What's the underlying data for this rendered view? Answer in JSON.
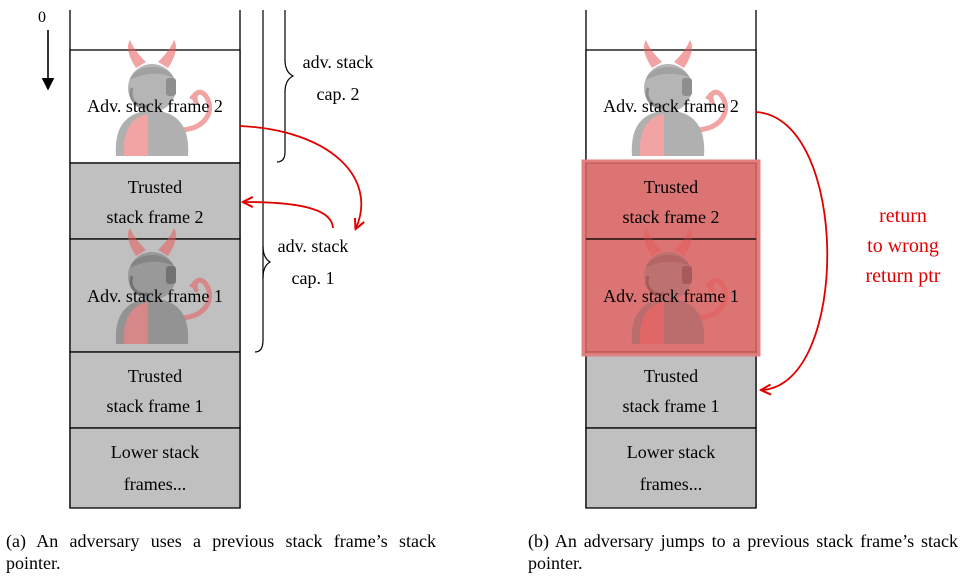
{
  "left": {
    "axis_label": "0",
    "frames": [
      {
        "lines": [
          "Adv. stack frame 2"
        ]
      },
      {
        "lines": [
          "Trusted",
          "stack frame 2"
        ]
      },
      {
        "lines": [
          "Adv. stack frame 1"
        ]
      },
      {
        "lines": [
          "Trusted",
          "stack frame 1"
        ]
      },
      {
        "lines": [
          "Lower stack",
          "frames..."
        ]
      }
    ],
    "brace_cap2": [
      "adv. stack",
      "cap. 2"
    ],
    "brace_cap1": [
      "adv. stack",
      "cap. 1"
    ],
    "caption": "(a) An adversary uses a previous stack frame’s stack pointer."
  },
  "right": {
    "frames": [
      {
        "lines": [
          "Adv. stack frame 2"
        ]
      },
      {
        "lines": [
          "Trusted",
          "stack frame 2"
        ]
      },
      {
        "lines": [
          "Adv. stack frame 1"
        ]
      },
      {
        "lines": [
          "Trusted",
          "stack frame 1"
        ]
      },
      {
        "lines": [
          "Lower stack",
          "frames..."
        ]
      }
    ],
    "return_label": [
      "return",
      "to wrong",
      "return ptr"
    ],
    "caption": "(b) An adversary jumps to a previous stack frame’s stack pointer."
  },
  "colors": {
    "trusted_fill": "#c0c0c0",
    "highlight": "#e06666",
    "arrow_red": "#e00000",
    "devil_red": "#e85a5a"
  }
}
